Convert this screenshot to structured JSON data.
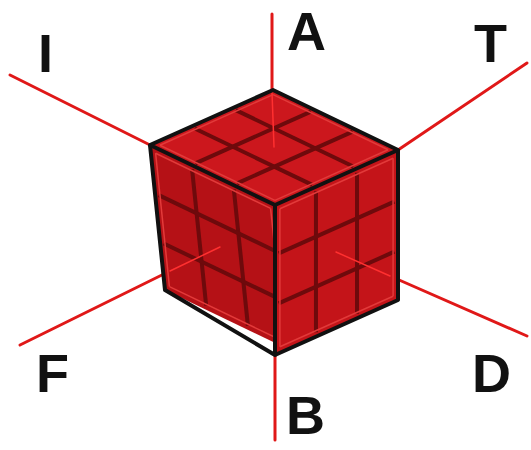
{
  "diagram": {
    "labels": [
      "I",
      "A",
      "T",
      "F",
      "B",
      "D"
    ]
  }
}
